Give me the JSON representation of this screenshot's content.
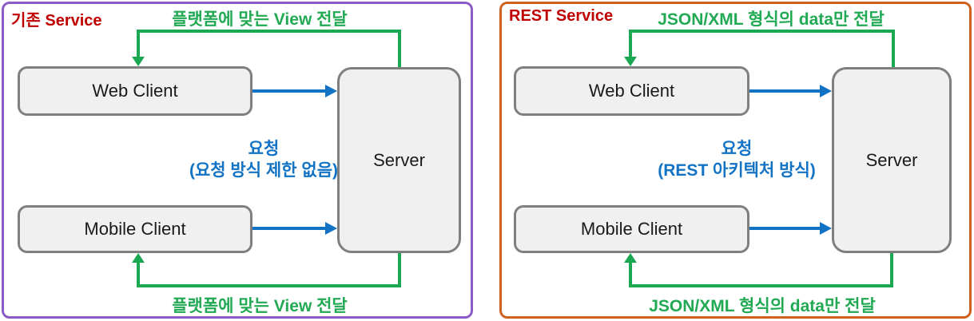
{
  "diagram": {
    "description": "Comparison of traditional service vs REST service request/response flow",
    "colors": {
      "legacy_panel_border": "#8B5CC6",
      "rest_panel_border": "#CC6120",
      "flow_green": "#1AA853",
      "request_blue": "#1273C4",
      "title_red": "#C00000",
      "node_fill": "#F0F0F0",
      "node_border": "#7F7F7F"
    },
    "panels": [
      {
        "title": "기존 Service",
        "top_flow_label": "플랫폼에 맞는 View 전달",
        "bottom_flow_label": "플랫폼에 맞는 View 전달",
        "request_line1": "요청",
        "request_line2": "(요청 방식 제한 없음)",
        "nodes": {
          "web_client": "Web Client",
          "mobile_client": "Mobile Client",
          "server": "Server"
        }
      },
      {
        "title": "REST Service",
        "top_flow_label": "JSON/XML 형식의 data만 전달",
        "bottom_flow_label": "JSON/XML 형식의 data만 전달",
        "request_line1": "요청",
        "request_line2": "(REST 아키텍처 방식)",
        "nodes": {
          "web_client": "Web Client",
          "mobile_client": "Mobile Client",
          "server": "Server"
        }
      }
    ]
  }
}
